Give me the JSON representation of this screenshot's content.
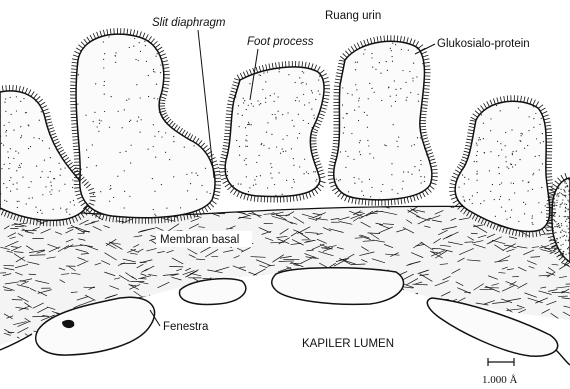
{
  "labels": {
    "slit_diaphragm": "Slit diaphragm",
    "ruang_urin": "Ruang urin",
    "foot_process": "Foot process",
    "glukosialo_protein": "Glukosialo-protein",
    "membran_basal": "Membran basal",
    "fenestra": "Fenestra",
    "kapiler_lumen": "KAPILER LUMEN",
    "scale_bar": "1.000 Å"
  },
  "colors": {
    "ink": "#111111",
    "fill": "#fbfbfb",
    "paper": "#ffffff"
  }
}
